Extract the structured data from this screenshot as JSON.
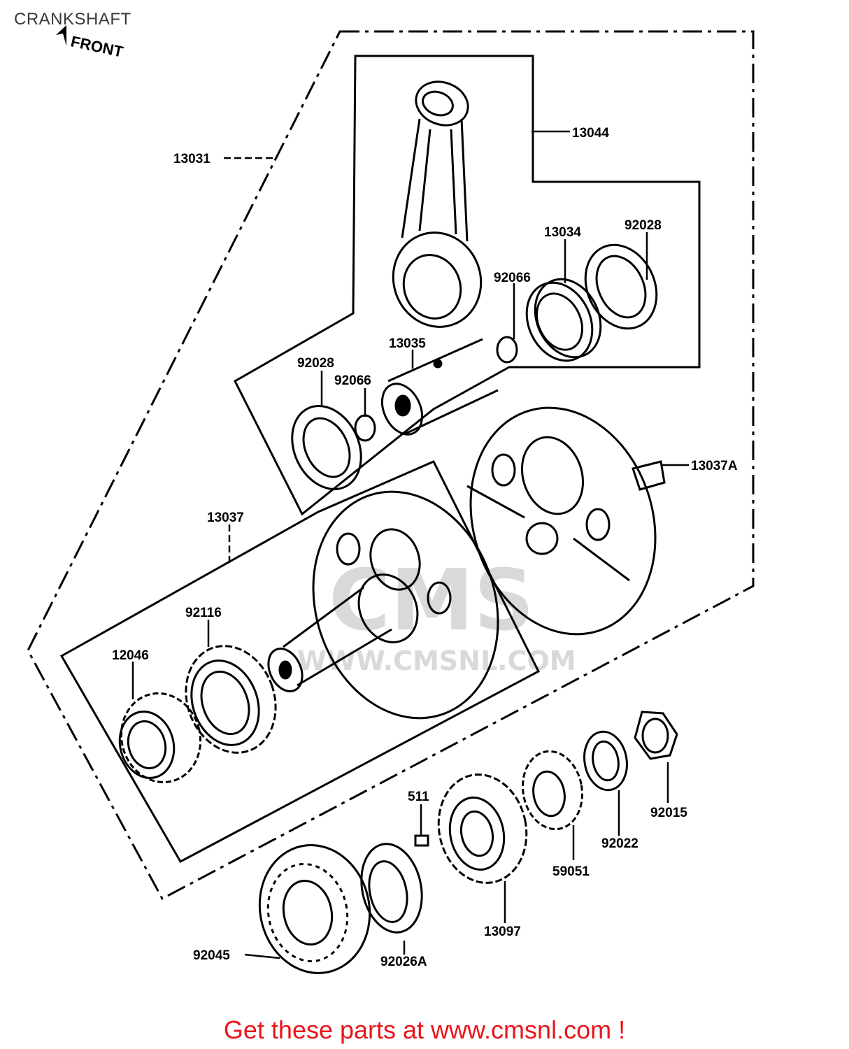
{
  "page": {
    "title": "CRANKSHAFT",
    "front_label": "FRONT",
    "footer": "Get these parts at www.cmsnl.com !",
    "watermark": "WWW.CMSNL.COM",
    "watermark_letters": "CMS"
  },
  "parts": {
    "p13044": "13044",
    "p13031": "13031",
    "p13034": "13034",
    "p92028": "92028",
    "p92066a": "92066",
    "p13035": "13035",
    "p92028b": "92028",
    "p92066b": "92066",
    "p13037a": "13037A",
    "p13037": "13037",
    "p92116": "92116",
    "p12046": "12046",
    "p511": "511",
    "p92015": "92015",
    "p92022": "92022",
    "p59051": "59051",
    "p13097": "13097",
    "p92045": "92045",
    "p92026a": "92026A"
  },
  "colors": {
    "line": "#000000",
    "footer": "#e8151b",
    "watermark": "#d9d9d9"
  }
}
